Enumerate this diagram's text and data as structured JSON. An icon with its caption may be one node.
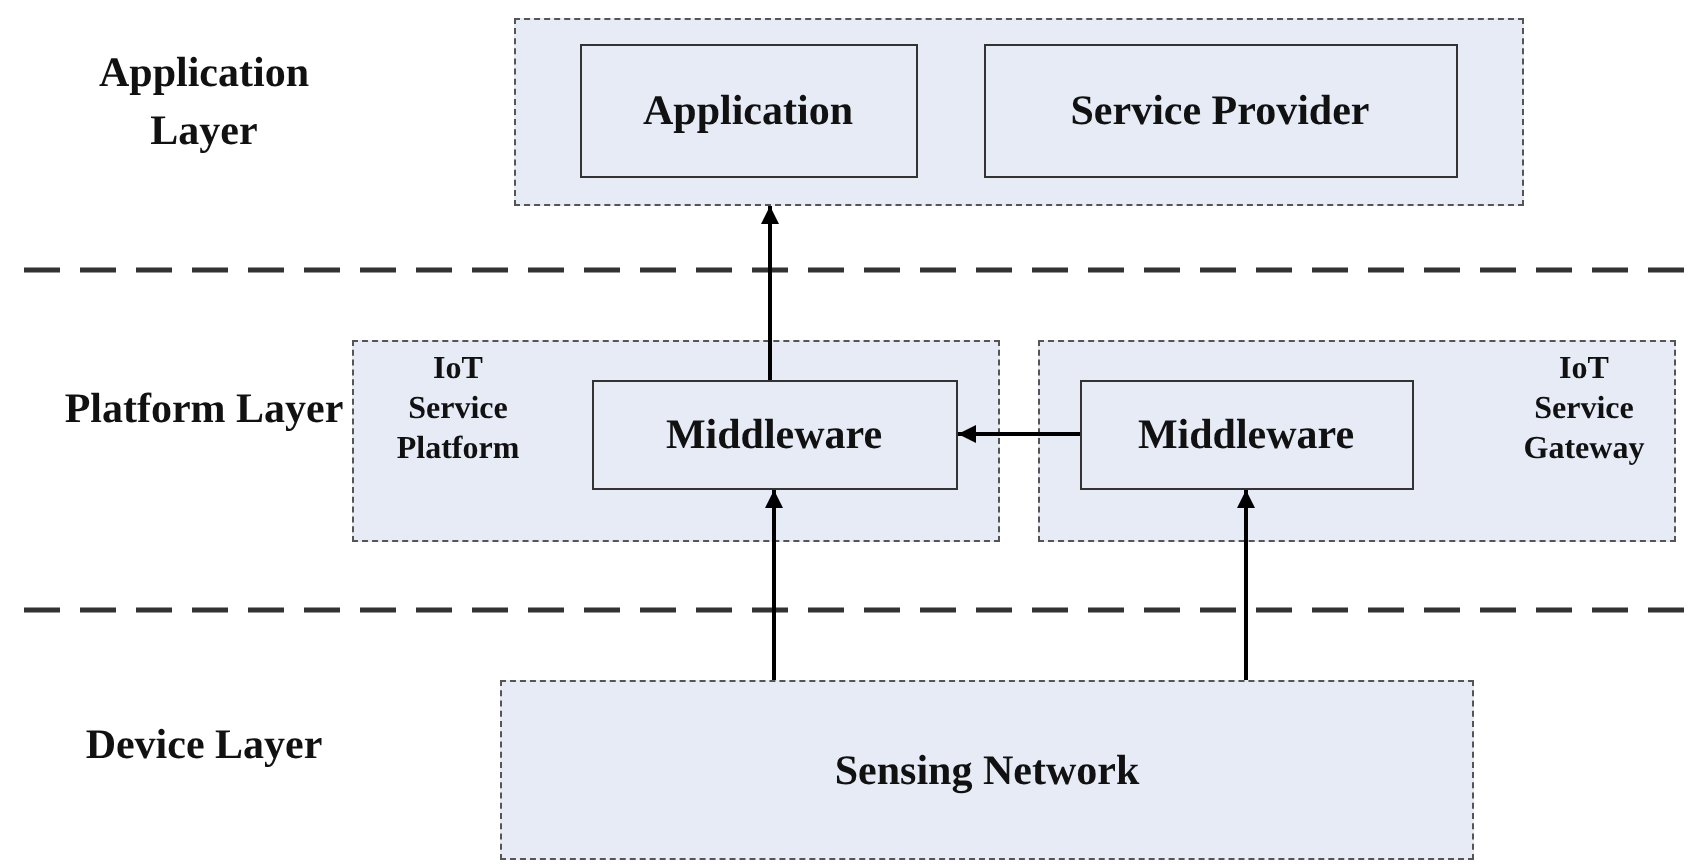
{
  "diagram": {
    "nodes": [
      {
        "text": [],
        "shape": "box"
      },
      {
        "text": [
          "Application"
        ],
        "in": 0
      },
      {
        "text": [
          "Service Provider"
        ],
        "in": 0
      },
      {
        "text": [
          "IoT Service Platform"
        ]
      },
      {
        "text": [
          "Middleware"
        ],
        "in": 3
      },
      {
        "text": [
          "IoT Service Gateway"
        ]
      },
      {
        "text": [
          "Middleware"
        ],
        "in": 5
      },
      {
        "text": [
          "Sensing Network"
        ]
      }
    ],
    "edges": [
      {
        "from": 4,
        "to": 0,
        "arrow": "to"
      },
      {
        "from": 6,
        "to": 4,
        "arrow": "to"
      },
      {
        "from": 7,
        "to": 4,
        "arrow": "to"
      },
      {
        "from": 7,
        "to": 6,
        "arrow": "to"
      }
    ],
    "labels": [
      "Application Layer",
      "Platform Layer",
      "Device Layer"
    ]
  }
}
